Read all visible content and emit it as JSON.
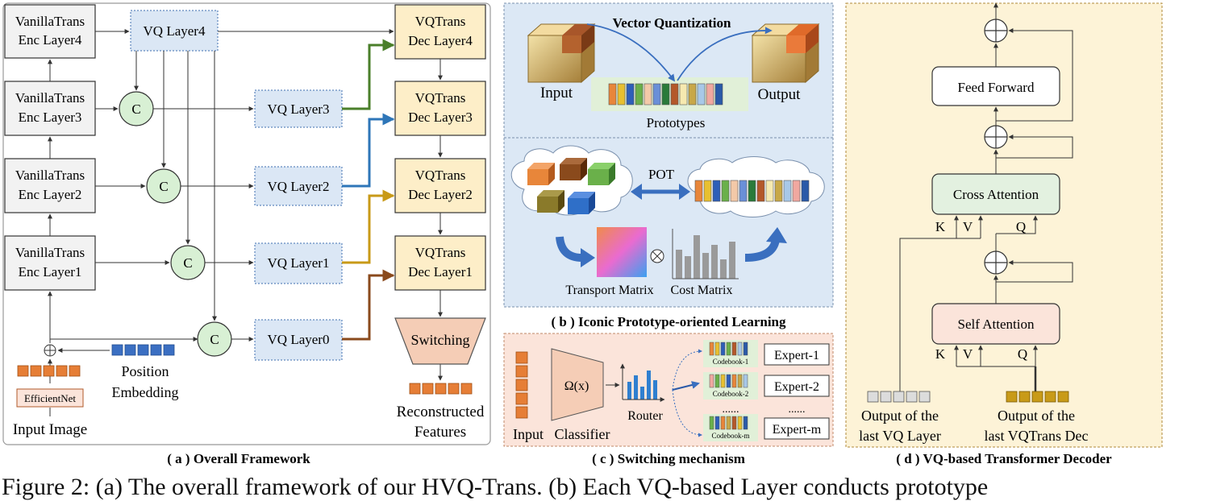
{
  "panel_a": {
    "caption": "( a ) Overall Framework",
    "enc_layers": [
      [
        "VanillaTrans",
        "Enc Layer4"
      ],
      [
        "VanillaTrans",
        "Enc Layer3"
      ],
      [
        "VanillaTrans",
        "Enc Layer2"
      ],
      [
        "VanillaTrans",
        "Enc Layer1"
      ]
    ],
    "vq_layers": [
      "VQ Layer4",
      "VQ Layer3",
      "VQ Layer2",
      "VQ Layer1",
      "VQ Layer0"
    ],
    "dec_layers": [
      [
        "VQTrans",
        "Dec Layer4"
      ],
      [
        "VQTrans",
        "Dec Layer3"
      ],
      [
        "VQTrans",
        "Dec Layer2"
      ],
      [
        "VQTrans",
        "Dec Layer1"
      ]
    ],
    "concat_symbol": "C",
    "switching": "Switching",
    "efficientnet": "EfficientNet",
    "input_image": "Input Image",
    "position_embedding": [
      "Position",
      "Embedding"
    ],
    "reconstructed_features": [
      "Reconstructed",
      "Features"
    ],
    "colors": {
      "vq": "#dbe7f5",
      "dec": "#fdeec8",
      "concat": "#d8f0d4",
      "token": "#e67e36",
      "pos": "#3b6fc2",
      "switching": "#f5cdb6"
    }
  },
  "panel_b": {
    "caption": "( b ) Iconic Prototype-oriented Learning",
    "title": "Vector Quantization",
    "input": "Input",
    "output": "Output",
    "prototypes": "Prototypes",
    "pot": "POT",
    "transport_matrix": "Transport Matrix",
    "cost_matrix": "Cost Matrix",
    "operator": "⊗"
  },
  "panel_c": {
    "caption": "( c ) Switching mechanism",
    "classifier_fn": "Ω(x)",
    "input": "Input",
    "classifier": "Classifier",
    "router": "Router",
    "codebooks": [
      "Codebook-1",
      "Codebook-2",
      "Codebook-m"
    ],
    "ellipsis": "......",
    "experts": [
      "Expert-1",
      "Expert-2",
      "Expert-m"
    ]
  },
  "panel_d": {
    "caption": "( d ) VQ-based Transformer Decoder",
    "feed_forward": "Feed Forward",
    "cross_attention": "Cross Attention",
    "self_attention": "Self Attention",
    "k": "K",
    "v": "V",
    "q": "Q",
    "out_vq": [
      "Output of the",
      "last VQ Layer"
    ],
    "out_dec": [
      "Output of the",
      "last VQTrans Dec"
    ],
    "colors": {
      "panel": "#fdf3d7",
      "cross": "#e3f1e0",
      "self": "#fbe4da",
      "gold": "#c89a18"
    }
  },
  "figure_caption": "Figure 2: (a) The overall framework of our HVQ-Trans. (b) Each VQ-based Layer conducts prototype"
}
